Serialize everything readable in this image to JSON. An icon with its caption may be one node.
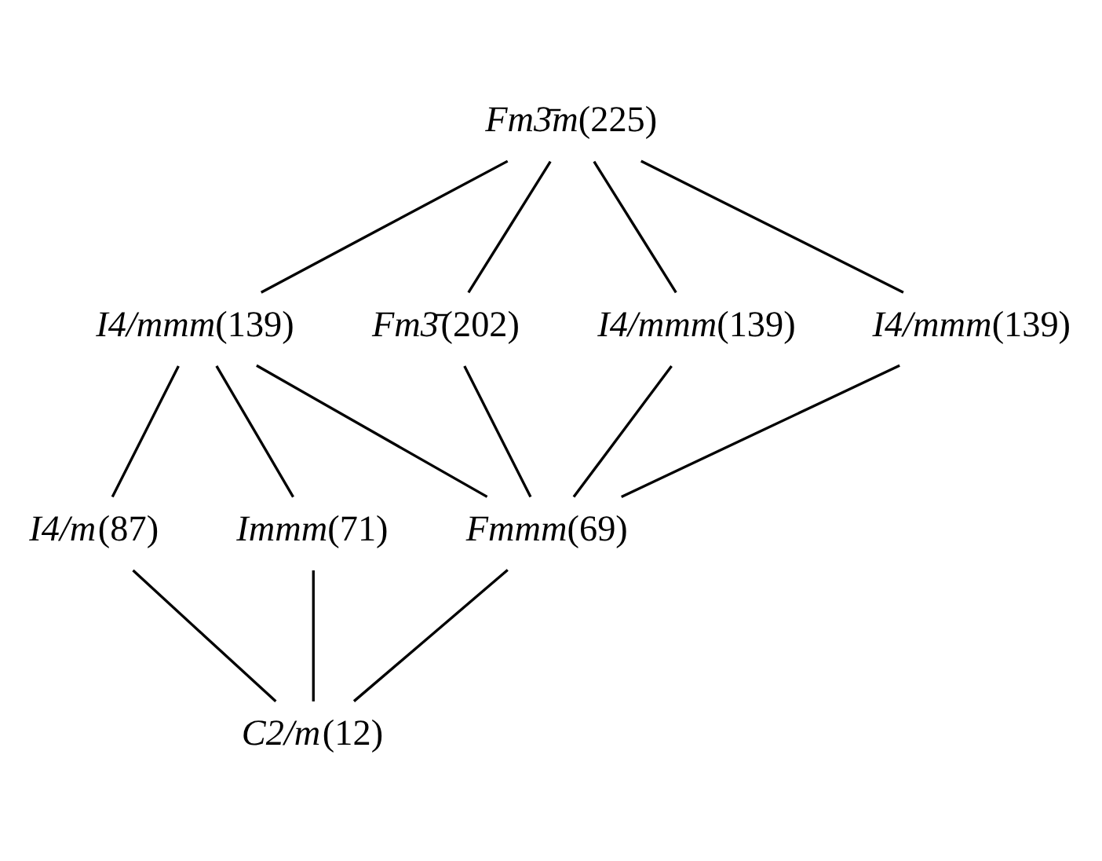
{
  "diagram": {
    "nodes": [
      {
        "text": [
          "*Fm3̄m*(225)"
        ]
      },
      {
        "text": [
          "*Fm3̄*(202)"
        ]
      },
      {
        "text": [
          "*I4/mmm*(139)"
        ]
      },
      {
        "text": [
          "*I4/mmm*(139)"
        ]
      },
      {
        "text": [
          "*I4/mmm*(139)"
        ]
      },
      {
        "text": [
          "*I4/m*(87)"
        ]
      },
      {
        "text": [
          "*Immm*(71)"
        ]
      },
      {
        "text": [
          "*Fmmm*(69)"
        ]
      },
      {
        "text": [
          "*C2/m*(12)"
        ]
      }
    ],
    "edges": [
      {
        "from": 0,
        "to": 2,
        "arrow": "none"
      },
      {
        "from": 0,
        "to": 1,
        "arrow": "none"
      },
      {
        "from": 0,
        "to": 3,
        "arrow": "none"
      },
      {
        "from": 0,
        "to": 4,
        "arrow": "none"
      },
      {
        "from": 1,
        "to": 7,
        "arrow": "none"
      },
      {
        "from": 2,
        "to": 5,
        "arrow": "none"
      },
      {
        "from": 2,
        "to": 6,
        "arrow": "none"
      },
      {
        "from": 2,
        "to": 7,
        "arrow": "none"
      },
      {
        "from": 3,
        "to": 7,
        "arrow": "none"
      },
      {
        "from": 4,
        "to": 7,
        "arrow": "none"
      },
      {
        "from": 5,
        "to": 8,
        "arrow": "none"
      },
      {
        "from": 6,
        "to": 8,
        "arrow": "none"
      },
      {
        "from": 7,
        "to": 8,
        "arrow": "none"
      }
    ]
  }
}
